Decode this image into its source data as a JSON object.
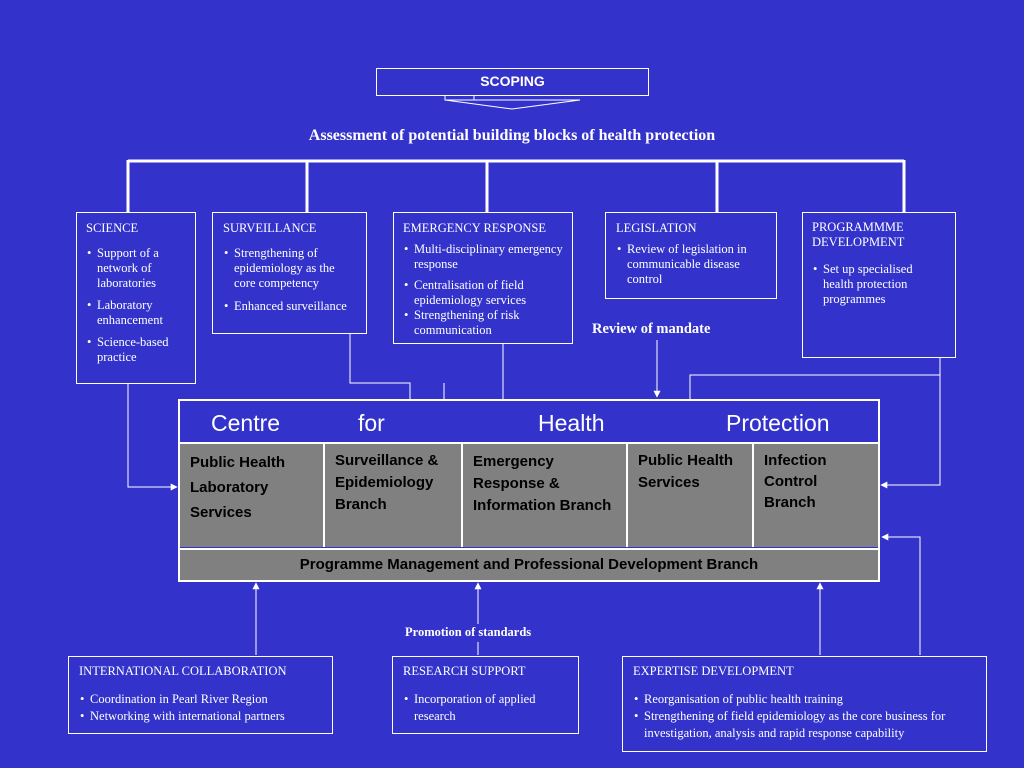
{
  "header": {
    "scoping": "SCOPING"
  },
  "assessment_title": "Assessment of potential building blocks of  health protection",
  "top_boxes": {
    "science": {
      "title": "SCIENCE",
      "items": [
        "Support of a network of laboratories",
        "Laboratory enhancement",
        "Science-based practice"
      ]
    },
    "surveillance": {
      "title": "SURVEILLANCE",
      "items": [
        "Strengthening of epidemiology as the core competency",
        "Enhanced surveillance"
      ]
    },
    "emergency": {
      "title": "EMERGENCY RESPONSE",
      "items": [
        "Multi-disciplinary emergency response",
        "Centralisation of field epidemiology services",
        "Strengthening of risk communication"
      ]
    },
    "legislation": {
      "title": "LEGISLATION",
      "items": [
        "Review of legislation in communicable disease control"
      ]
    },
    "programme": {
      "title": "PROGRAMMME DEVELOPMENT",
      "items": [
        "Set up specialised health protection programmes"
      ]
    }
  },
  "review_of_mandate": "Review of mandate",
  "centre": {
    "title_words": [
      "Centre",
      "for",
      "Health",
      "Protection"
    ],
    "branches": {
      "phls": "Public Health Laboratory Services",
      "surv": "Surveillance & Epidemiology Branch",
      "erib": "Emergency Response & Information Branch",
      "phs": "Public Health Services",
      "icb": "Infection Control Branch"
    },
    "programme_branch": "Programme Management and Professional Development Branch"
  },
  "promotion_of_standards": "Promotion of standards",
  "bottom_boxes": {
    "international": {
      "title": "INTERNATIONAL COLLABORATION",
      "items": [
        "Coordination in Pearl River Region",
        "Networking with international partners"
      ]
    },
    "research": {
      "title": "RESEARCH SUPPORT",
      "items": [
        "Incorporation of applied research"
      ]
    },
    "expertise": {
      "title": "EXPERTISE DEVELOPMENT",
      "items": [
        "Reorganisation of public health training",
        "Strengthening of field epidemiology as the core business for investigation, analysis and rapid response capability"
      ]
    }
  },
  "colors": {
    "background": "#3333cc",
    "branch_fill": "#808080",
    "line": "#ffffff"
  }
}
